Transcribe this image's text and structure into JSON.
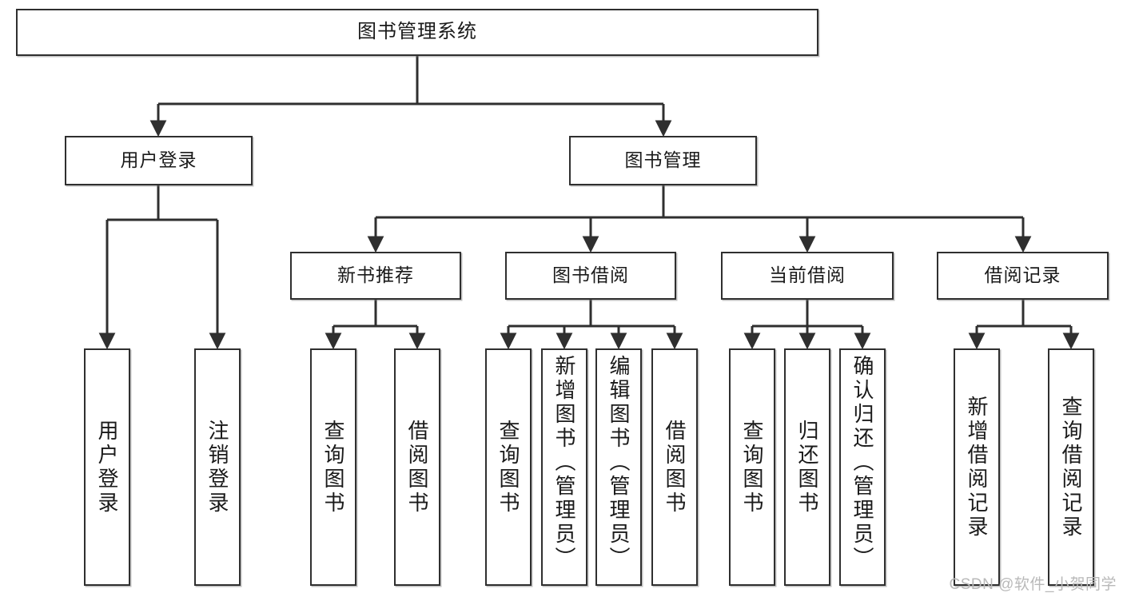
{
  "diagram": {
    "title": "图书管理系统",
    "type": "tree-hierarchy-chart",
    "colors": {
      "box_border": "#2f2f2f",
      "box_fill": "#ffffff",
      "edge": "#2f2f2f",
      "text": "#1a1a1a",
      "watermark": "#b9b9b9"
    },
    "root": {
      "label": "图书管理系统"
    },
    "level2": [
      {
        "label": "用户登录"
      },
      {
        "label": "图书管理"
      }
    ],
    "level3": [
      {
        "label": "新书推荐"
      },
      {
        "label": "图书借阅"
      },
      {
        "label": "当前借阅"
      },
      {
        "label": "借阅记录"
      }
    ],
    "leaves": {
      "user_login": [
        {
          "label": "用户登录"
        },
        {
          "label": "注销登录"
        }
      ],
      "new_book": [
        {
          "label": "查询图书"
        },
        {
          "label": "借阅图书"
        }
      ],
      "book_borrow": [
        {
          "label": "查询图书"
        },
        {
          "label": "新增图书（管理员）"
        },
        {
          "label": "编辑图书（管理员）"
        },
        {
          "label": "借阅图书"
        }
      ],
      "current_borrow": [
        {
          "label": "查询图书"
        },
        {
          "label": "归还图书"
        },
        {
          "label": "确认归还（管理员）"
        }
      ],
      "borrow_record": [
        {
          "label": "新增借阅记录"
        },
        {
          "label": "查询借阅记录"
        }
      ]
    },
    "watermark": "CSDN @软件_小贺同学"
  }
}
